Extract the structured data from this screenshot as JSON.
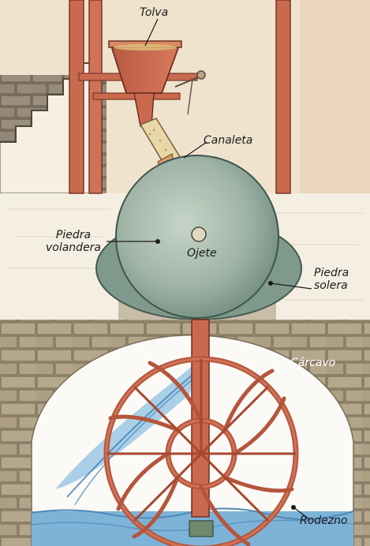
{
  "labels": {
    "tolva": "Tolva",
    "canaleta": "Canaleta",
    "piedra_volandera_line1": "Piedra",
    "piedra_volandera_line2": "volandera",
    "ojete": "Ojete",
    "piedra_solera_line1": "Piedra",
    "piedra_solera_line2": "solera",
    "carcavo": "Cárcavo",
    "rodezno": "Rodezno"
  },
  "colors": {
    "paper": "#f3ead6",
    "wood_red": "#c7634b",
    "stone_green": "#9bb3a3",
    "brick": "#a89a80",
    "water": "#6fa8d4"
  }
}
